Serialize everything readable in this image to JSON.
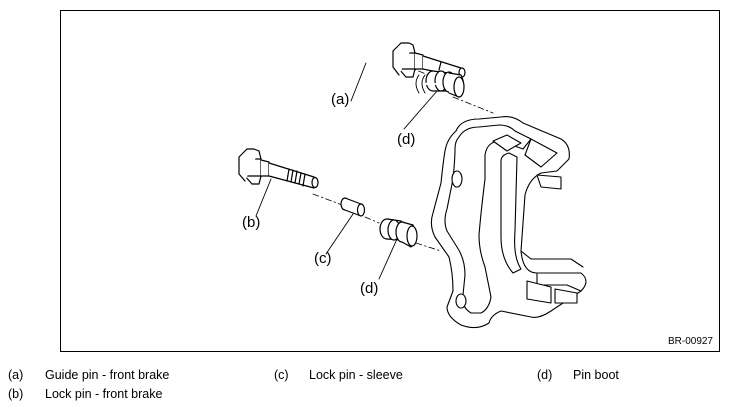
{
  "figure": {
    "reference_code": "BR-00927",
    "callouts": {
      "a": "(a)",
      "b": "(b)",
      "c": "(c)",
      "d1": "(d)",
      "d2": "(d)"
    }
  },
  "legend": [
    {
      "key": "(a)",
      "text": "Guide pin - front brake"
    },
    {
      "key": "(b)",
      "text": "Lock pin - front brake"
    },
    {
      "key": "(c)",
      "text": "Lock pin - sleeve"
    },
    {
      "key": "(d)",
      "text": "Pin boot"
    }
  ]
}
